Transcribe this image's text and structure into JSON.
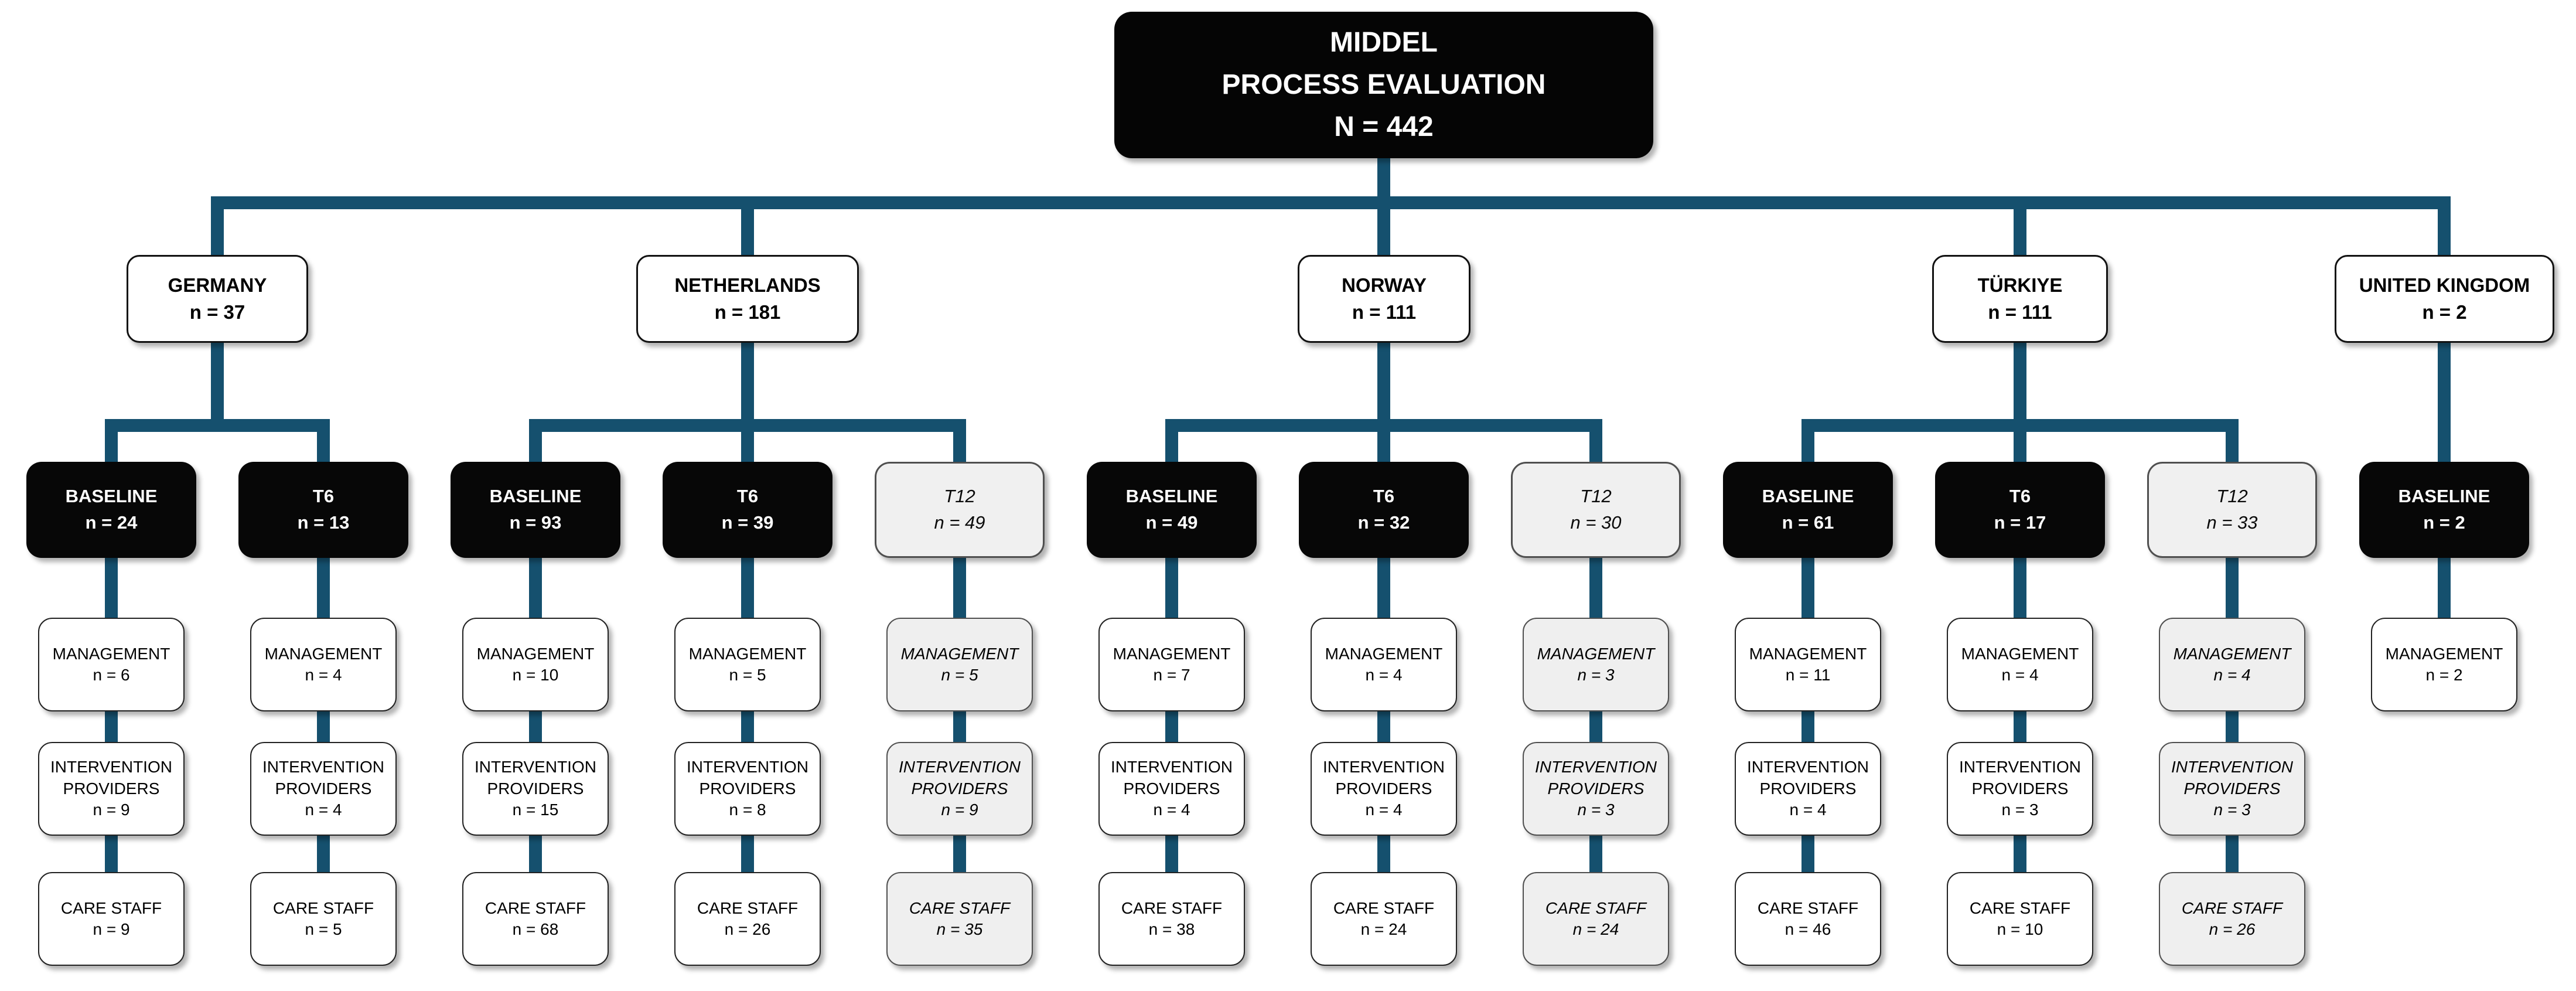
{
  "title": {
    "line1": "MIDDEL",
    "line2": "PROCESS EVALUATION",
    "line3": "N = 442"
  },
  "colors": {
    "connector": "#15506E",
    "node_black": "#070707",
    "node_white": "#ffffff",
    "node_t12_bg": "#f0f0f0"
  },
  "countries": [
    {
      "name": "GERMANY",
      "n": "n = 37",
      "timepoints": [
        {
          "label": "BASELINE",
          "n": "n = 24",
          "roles": [
            {
              "label": "MANAGEMENT",
              "n": "n = 6"
            },
            {
              "label": "INTERVENTION PROVIDERS",
              "n": "n = 9"
            },
            {
              "label": "CARE STAFF",
              "n": "n = 9"
            }
          ]
        },
        {
          "label": "T6",
          "n": "n = 13",
          "roles": [
            {
              "label": "MANAGEMENT",
              "n": "n = 4"
            },
            {
              "label": "INTERVENTION PROVIDERS",
              "n": "n = 4"
            },
            {
              "label": "CARE STAFF",
              "n": "n = 5"
            }
          ]
        }
      ]
    },
    {
      "name": "NETHERLANDS",
      "n": "n = 181",
      "timepoints": [
        {
          "label": "BASELINE",
          "n": "n = 93",
          "roles": [
            {
              "label": "MANAGEMENT",
              "n": "n = 10"
            },
            {
              "label": "INTERVENTION PROVIDERS",
              "n": "n = 15"
            },
            {
              "label": "CARE STAFF",
              "n": "n = 68"
            }
          ]
        },
        {
          "label": "T6",
          "n": "n = 39",
          "roles": [
            {
              "label": "MANAGEMENT",
              "n": "n = 5"
            },
            {
              "label": "INTERVENTION PROVIDERS",
              "n": "n = 8"
            },
            {
              "label": "CARE STAFF",
              "n": "n = 26"
            }
          ]
        },
        {
          "label": "T12",
          "n": "n = 49",
          "roles": [
            {
              "label": "MANAGEMENT",
              "n": "n = 5"
            },
            {
              "label": "INTERVENTION PROVIDERS",
              "n": "n = 9"
            },
            {
              "label": "CARE STAFF",
              "n": "n = 35"
            }
          ]
        }
      ]
    },
    {
      "name": "NORWAY",
      "n": "n = 111",
      "timepoints": [
        {
          "label": "BASELINE",
          "n": "n = 49",
          "roles": [
            {
              "label": "MANAGEMENT",
              "n": "n = 7"
            },
            {
              "label": "INTERVENTION PROVIDERS",
              "n": "n = 4"
            },
            {
              "label": "CARE STAFF",
              "n": "n = 38"
            }
          ]
        },
        {
          "label": "T6",
          "n": "n = 32",
          "roles": [
            {
              "label": "MANAGEMENT",
              "n": "n = 4"
            },
            {
              "label": "INTERVENTION PROVIDERS",
              "n": "n = 4"
            },
            {
              "label": "CARE STAFF",
              "n": "n = 24"
            }
          ]
        },
        {
          "label": "T12",
          "n": "n = 30",
          "roles": [
            {
              "label": "MANAGEMENT",
              "n": "n = 3"
            },
            {
              "label": "INTERVENTION PROVIDERS",
              "n": "n = 3"
            },
            {
              "label": "CARE STAFF",
              "n": "n = 24"
            }
          ]
        }
      ]
    },
    {
      "name": "TÜRKIYE",
      "n": "n = 111",
      "timepoints": [
        {
          "label": "BASELINE",
          "n": "n = 61",
          "roles": [
            {
              "label": "MANAGEMENT",
              "n": "n = 11"
            },
            {
              "label": "INTERVENTION PROVIDERS",
              "n": "n = 4"
            },
            {
              "label": "CARE STAFF",
              "n": "n = 46"
            }
          ]
        },
        {
          "label": "T6",
          "n": "n = 17",
          "roles": [
            {
              "label": "MANAGEMENT",
              "n": "n = 4"
            },
            {
              "label": "INTERVENTION PROVIDERS",
              "n": "n = 3"
            },
            {
              "label": "CARE STAFF",
              "n": "n = 10"
            }
          ]
        },
        {
          "label": "T12",
          "n": "n = 33",
          "roles": [
            {
              "label": "MANAGEMENT",
              "n": "n = 4"
            },
            {
              "label": "INTERVENTION PROVIDERS",
              "n": "n = 3"
            },
            {
              "label": "CARE STAFF",
              "n": "n = 26"
            }
          ]
        }
      ]
    },
    {
      "name": "UNITED KINGDOM",
      "n": "n = 2",
      "timepoints": [
        {
          "label": "BASELINE",
          "n": "n = 2",
          "roles": [
            {
              "label": "MANAGEMENT",
              "n": "n = 2"
            }
          ]
        }
      ]
    }
  ]
}
